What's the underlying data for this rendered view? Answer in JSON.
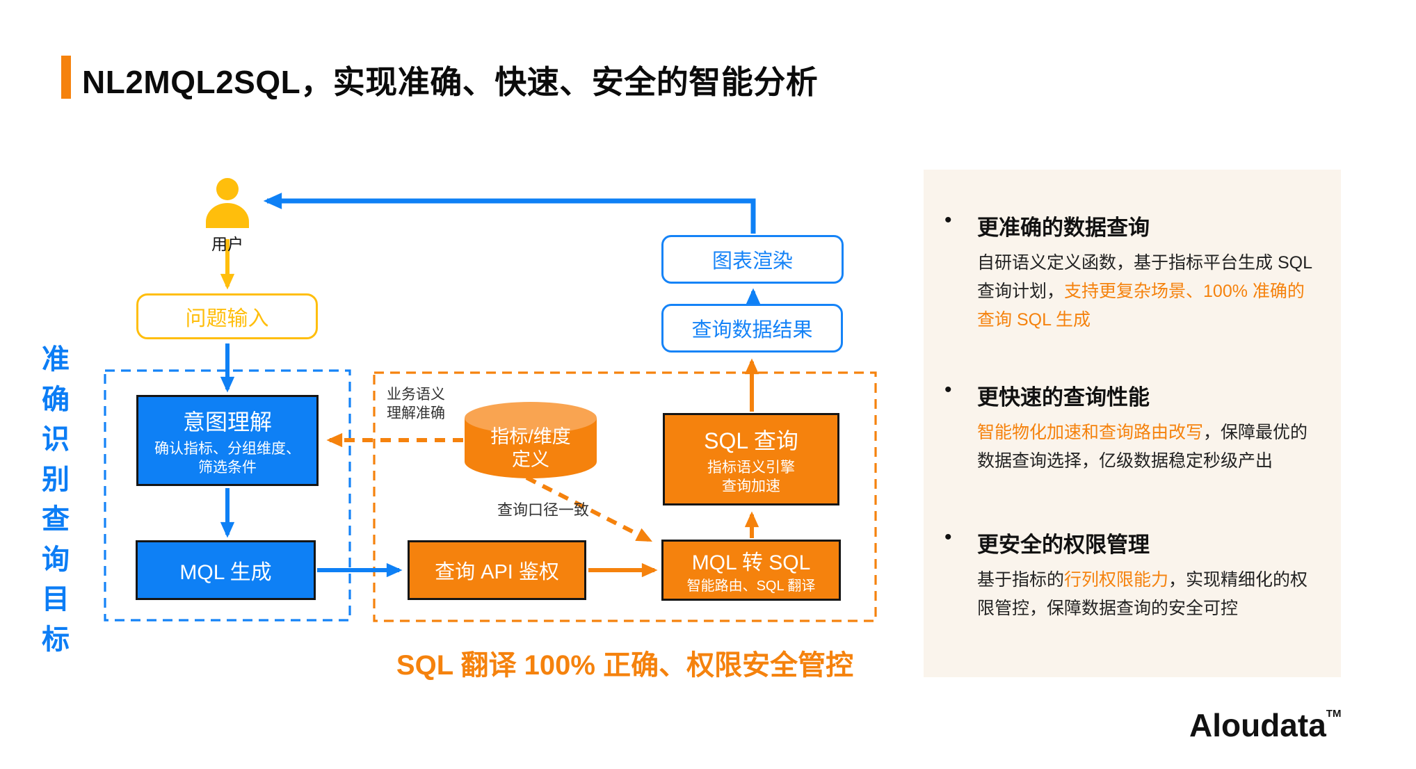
{
  "title": "NL2MQL2SQL，实现准确、快速、安全的智能分析",
  "left_label": "准确识别查询目标",
  "colors": {
    "blue": "#0E80F5",
    "orange": "#F5820D",
    "yellow": "#FFBE0C",
    "panel_bg": "#FAF4EC"
  },
  "flow": {
    "user_label": "用户",
    "question_input": "问题输入",
    "intent": {
      "title": "意图理解",
      "subtitle": "确认指标、分组维度、\n筛选条件"
    },
    "mql_gen": "MQL 生成",
    "api_auth": "查询 API 鉴权",
    "mql2sql": {
      "title": "MQL 转 SQL",
      "subtitle": "智能路由、SQL 翻译"
    },
    "sql_query": {
      "title": "SQL 查询",
      "subtitle": "指标语义引擎\n查询加速"
    },
    "query_result": "查询数据结果",
    "chart_render": "图表渲染",
    "cylinder": "指标/维度\n定义",
    "semantic_note": "业务语义\n理解准确",
    "caliber_note": "查询口径一致",
    "bottom_caption": "SQL 翻译 100% 正确、权限安全管控"
  },
  "panel": {
    "bullets": [
      {
        "heading": "更准确的数据查询",
        "dot": "•",
        "segments": [
          {
            "text": "自研语义定义函数，基于指标平台生成 SQL 查询计划，"
          },
          {
            "text": "支持更复杂场景、100% 准确的查询 SQL 生成"
          }
        ]
      },
      {
        "heading": "更快速的查询性能",
        "dot": "•",
        "segments": [
          {
            "text": "智能物化加速和查询路由改写"
          },
          {
            "text": "，保障最优的数据查询选择，亿级数据稳定秒级产出"
          }
        ]
      },
      {
        "heading": "更安全的权限管理",
        "dot": "•",
        "segments": [
          {
            "text": "基于指标的"
          },
          {
            "text": "行列权限能力"
          },
          {
            "text": "，实现精细化的权限管控，保障数据查询的安全可控"
          }
        ]
      }
    ]
  },
  "logo": {
    "text": "Aloudata",
    "tm": "TM"
  }
}
